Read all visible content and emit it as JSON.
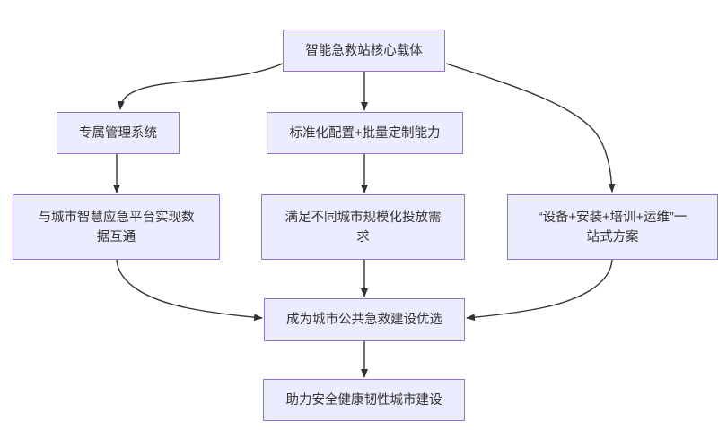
{
  "diagram": {
    "type": "flowchart",
    "direction": "top-down",
    "colors": {
      "node_fill": "#ECECFF",
      "node_border": "#9370DB",
      "edge": "#333333",
      "text": "#333333",
      "background": "#ffffff"
    },
    "nodes": [
      {
        "id": "core",
        "label": "智能急救站核心载体"
      },
      {
        "id": "mgmt",
        "label": "专属管理系统"
      },
      {
        "id": "std",
        "label": "标准化配置+批量定制能力"
      },
      {
        "id": "data",
        "label": "与城市智慧应急平台实现数\n据互通"
      },
      {
        "id": "scale",
        "label": "满足不同城市规模化投放需\n求"
      },
      {
        "id": "onestop",
        "label": "“设备+安装+培训+运维”一\n站式方案"
      },
      {
        "id": "choice",
        "label": "成为城市公共急救建设优选"
      },
      {
        "id": "city",
        "label": "助力安全健康韧性城市建设"
      }
    ],
    "edges": [
      {
        "from": "core",
        "to": "mgmt"
      },
      {
        "from": "core",
        "to": "std"
      },
      {
        "from": "core",
        "to": "onestop"
      },
      {
        "from": "mgmt",
        "to": "data"
      },
      {
        "from": "std",
        "to": "scale"
      },
      {
        "from": "data",
        "to": "choice"
      },
      {
        "from": "scale",
        "to": "choice"
      },
      {
        "from": "onestop",
        "to": "choice"
      },
      {
        "from": "choice",
        "to": "city"
      }
    ]
  }
}
